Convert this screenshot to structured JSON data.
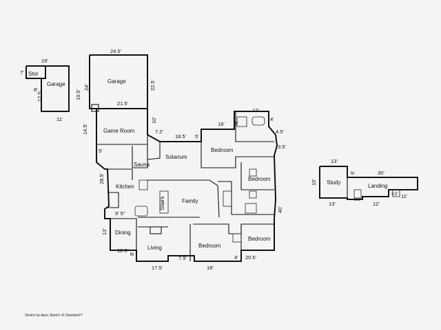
{
  "footer": "Sketch by Apex Sketch v5 Standard™",
  "rooms": {
    "stor": "Stor",
    "garage_small": "Garage",
    "garage": "Garage",
    "game_room": "Game Room",
    "solarium": "Solarium",
    "sauna": "Sauna",
    "kitchen": "Kitchen",
    "stairs": "Stairs",
    "family": "Family",
    "dining": "Dining",
    "living": "Living",
    "bedroom_1": "Bedroom",
    "bedroom_2": "Bedroom",
    "bedroom_3": "Bedroom",
    "bedroom_4": "Bedroom",
    "study": "Study",
    "landing": "Landing"
  },
  "dimensions": {
    "d19": "19'",
    "d7": "7'",
    "d8": "8'",
    "d12_5": "12.5'",
    "d11": "11'",
    "d24_5": "24.5'",
    "d24": "24'",
    "d19_5": "19.5'",
    "d22_5": "22.5'",
    "d21_5": "21.5'",
    "d10": "10'",
    "d14_5": "14.5'",
    "d7_2": "7.2'",
    "d18_5": "18.5'",
    "d5a": "5'",
    "d18a": "18'",
    "d6a": "6'",
    "d12": "12'",
    "d4a": "4'",
    "d4_5": "4.5'",
    "d3_5": "3.5'",
    "d5b": "5'",
    "d28_5": "28.5'",
    "d9_5": "9' 5\"",
    "d13a": "13'",
    "d12_5b": "12.5'",
    "d8b": "8'",
    "d17_5": "17.5'",
    "d7_9": "7.9'",
    "d18b": "18'",
    "d4b": "4'",
    "d20_5": "20.5'",
    "d40": "40'",
    "d13b": "13'",
    "d6b": "6'",
    "d30": "30'",
    "d15": "15'",
    "d13c": "13'",
    "d3_5b": "3.5'",
    "d12b": "12'",
    "d11b": "11'",
    "d3_5c": "3.5'"
  }
}
